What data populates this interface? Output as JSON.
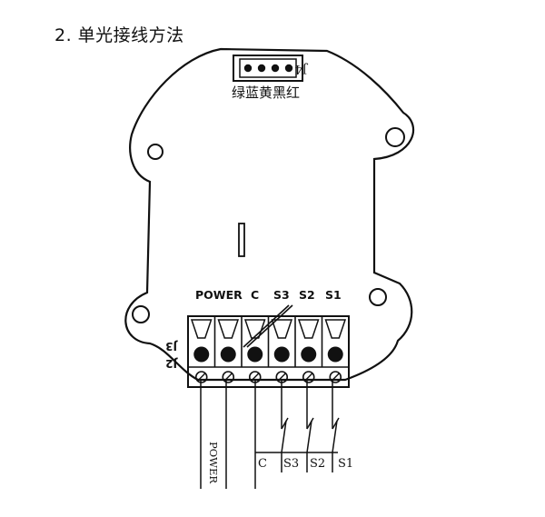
{
  "heading": "2. 单光接线方法",
  "connector_j4": {
    "label": "J4",
    "wire_colors": "绿蓝黄黑红"
  },
  "terminal_block": {
    "labels": [
      "POWER",
      "C",
      "S3",
      "S2",
      "S1"
    ],
    "marking_j3": "J3",
    "marking_j2": "J2"
  },
  "wires": {
    "power_label": "POWER",
    "c_label": "C",
    "s3_label": "S3",
    "s2_label": "S2",
    "s1_label": "S1"
  }
}
